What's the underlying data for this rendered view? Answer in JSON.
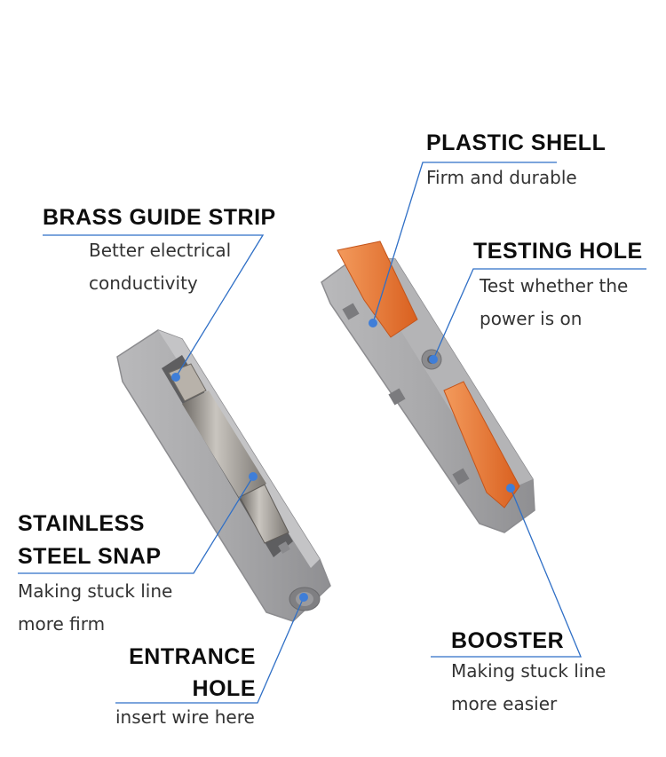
{
  "colors": {
    "accent_line": "#2f6fc6",
    "dot": "#3f7ed8",
    "plastic": "#a7a7a9",
    "lever": "#ef7a35",
    "metal": "#8e8a85"
  },
  "callouts": {
    "plastic_shell": {
      "title": "PLASTIC SHELL",
      "desc": "Firm and durable"
    },
    "brass_guide_strip": {
      "title": "BRASS GUIDE STRIP",
      "desc1": "Better electrical",
      "desc2": "conductivity"
    },
    "testing_hole": {
      "title": "TESTING HOLE",
      "desc1": "Test whether the",
      "desc2": "power is on"
    },
    "stainless_steel_snap": {
      "title1": "STAINLESS",
      "title2": "STEEL SNAP",
      "desc1": "Making stuck line",
      "desc2": "more firm"
    },
    "booster": {
      "title": "BOOSTER",
      "desc1": "Making stuck line",
      "desc2": "more easier"
    },
    "entrance_hole": {
      "title1": "ENTRANCE",
      "title2": "HOLE",
      "desc": "insert wire here"
    }
  }
}
